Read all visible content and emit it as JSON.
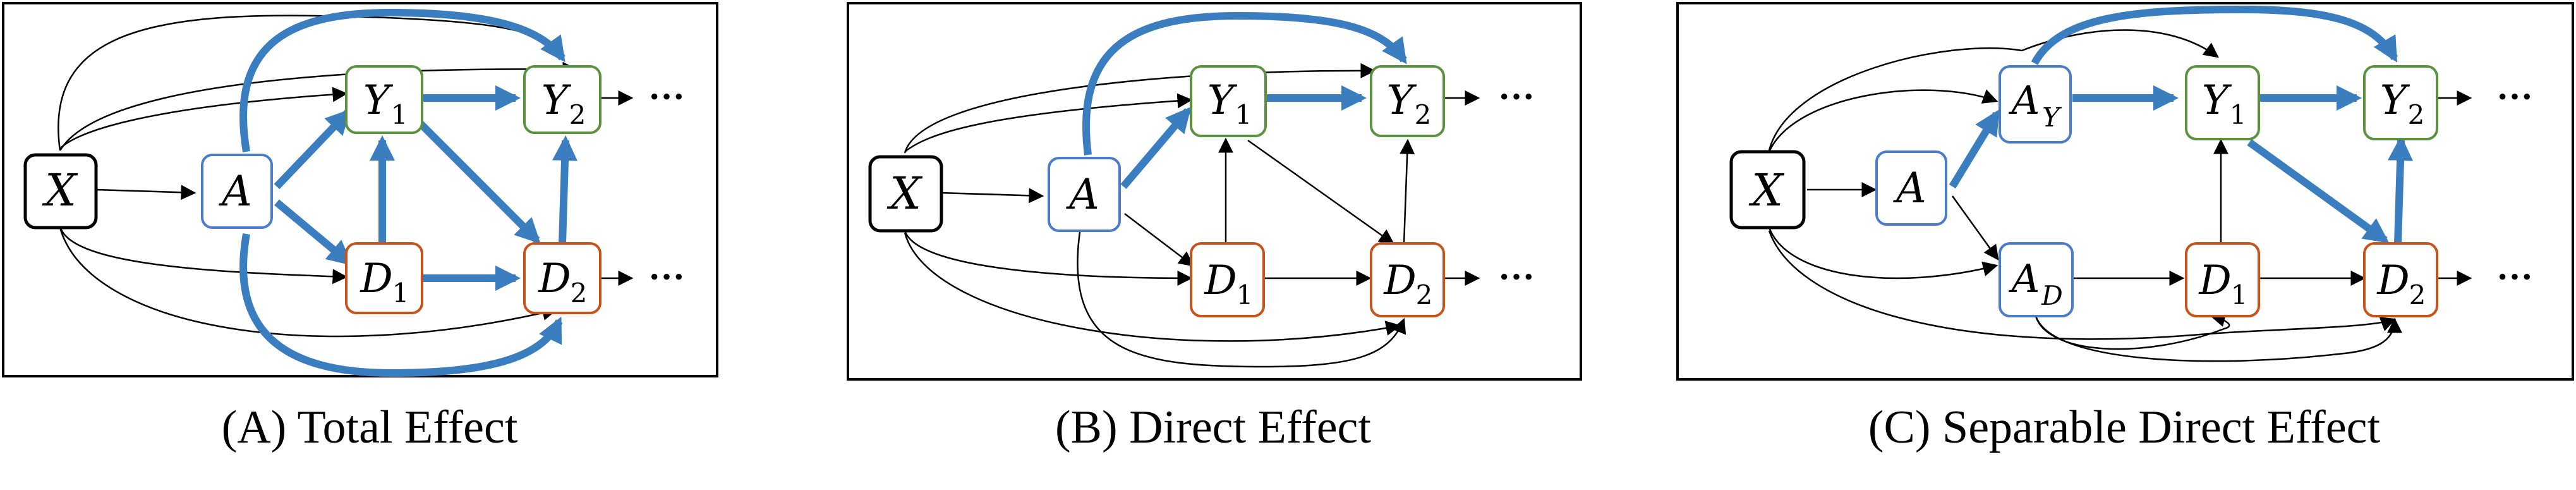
{
  "panels": [
    {
      "caption": "(A) Total Effect",
      "nodes": {
        "X": {
          "label": "X",
          "sub": ""
        },
        "A": {
          "label": "A",
          "sub": ""
        },
        "Y1": {
          "label": "Y",
          "sub": "1"
        },
        "Y2": {
          "label": "Y",
          "sub": "2"
        },
        "D1": {
          "label": "D",
          "sub": "1"
        },
        "D2": {
          "label": "D",
          "sub": "2"
        }
      },
      "continuation_y": "···",
      "continuation_d": "···"
    },
    {
      "caption": "(B) Direct Effect",
      "nodes": {
        "X": {
          "label": "X",
          "sub": ""
        },
        "A": {
          "label": "A",
          "sub": ""
        },
        "Y1": {
          "label": "Y",
          "sub": "1"
        },
        "Y2": {
          "label": "Y",
          "sub": "2"
        },
        "D1": {
          "label": "D",
          "sub": "1"
        },
        "D2": {
          "label": "D",
          "sub": "2"
        }
      },
      "continuation_y": "···",
      "continuation_d": "···"
    },
    {
      "caption": "(C) Separable Direct Effect",
      "nodes": {
        "X": {
          "label": "X",
          "sub": ""
        },
        "A": {
          "label": "A",
          "sub": ""
        },
        "AY": {
          "label": "A",
          "sub": "Y"
        },
        "AD": {
          "label": "A",
          "sub": "D"
        },
        "Y1": {
          "label": "Y",
          "sub": "1"
        },
        "Y2": {
          "label": "Y",
          "sub": "2"
        },
        "D1": {
          "label": "D",
          "sub": "1"
        },
        "D2": {
          "label": "D",
          "sub": "2"
        }
      },
      "continuation_y": "···",
      "continuation_d": "···"
    }
  ],
  "colors": {
    "highlight": "#3a7ebf",
    "edge": "#000000",
    "node_x": "#000000",
    "node_a": "#4a7cc9",
    "node_y": "#5a9240",
    "node_d": "#c7521a"
  }
}
